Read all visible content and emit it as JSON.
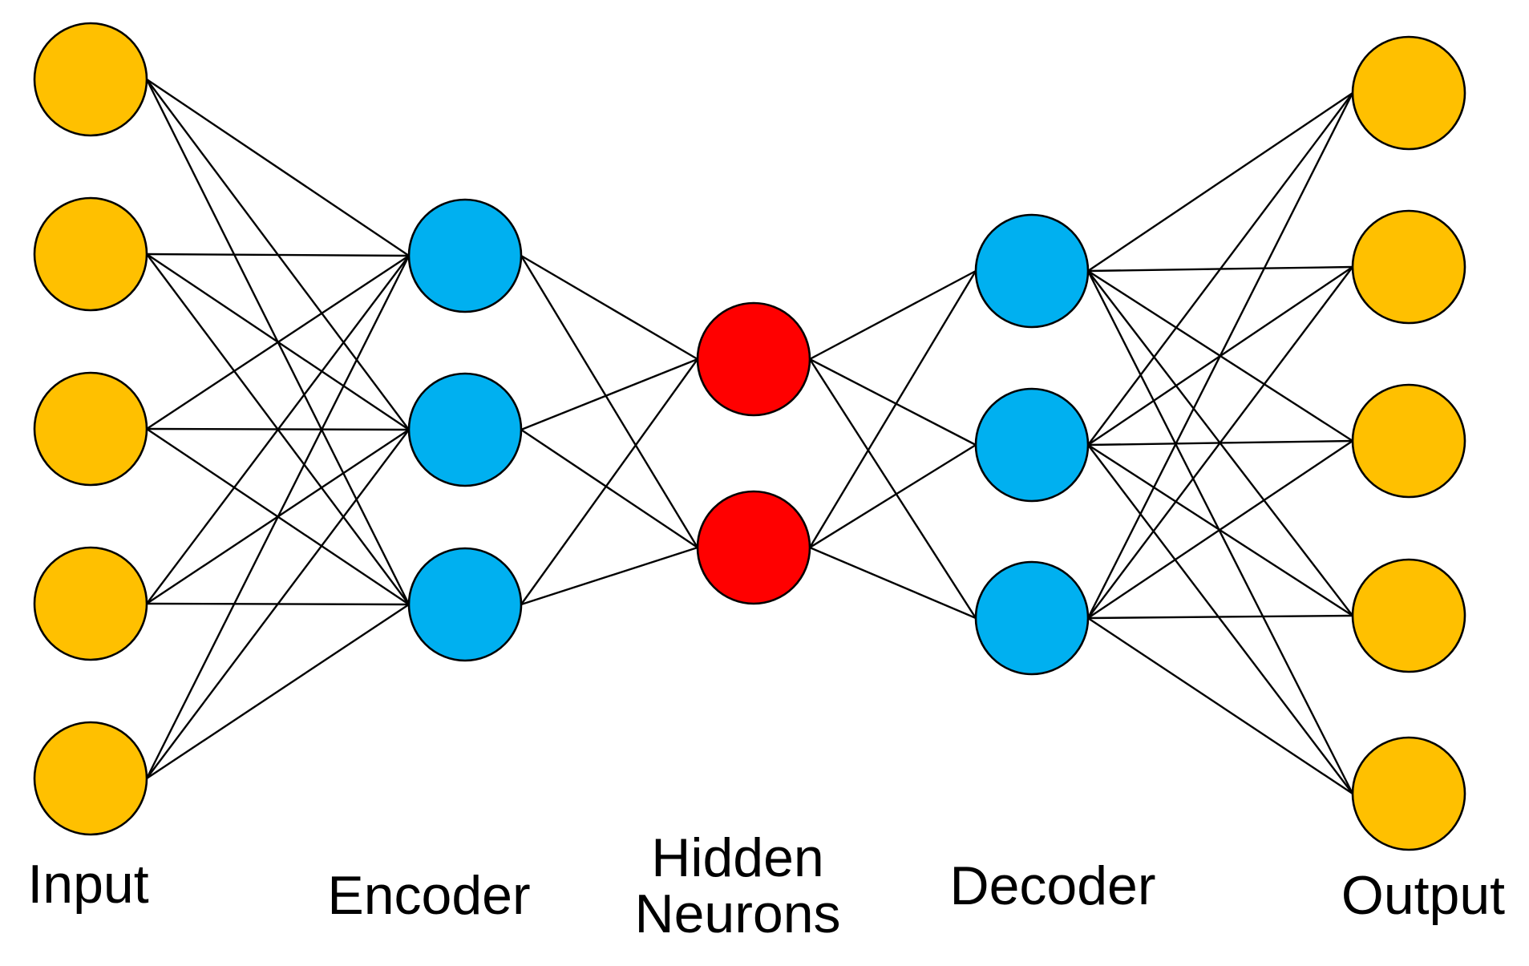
{
  "layers": [
    {
      "id": "input",
      "label": "Input",
      "neurons": 5,
      "color": "#FFC000"
    },
    {
      "id": "encoder",
      "label": "Encoder",
      "neurons": 3,
      "color": "#00B0F0"
    },
    {
      "id": "hidden",
      "label": "Hidden\nNeurons",
      "neurons": 2,
      "color": "#FF0000"
    },
    {
      "id": "decoder",
      "label": "Decoder",
      "neurons": 3,
      "color": "#00B0F0"
    },
    {
      "id": "output",
      "label": "Output",
      "neurons": 5,
      "color": "#FFC000"
    }
  ],
  "connectivity": "fully-connected",
  "edge_color": "#000000",
  "node_outline_color": "#000000"
}
